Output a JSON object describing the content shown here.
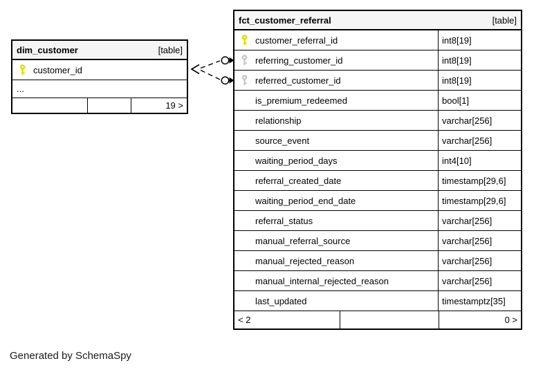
{
  "page": {
    "credit": "Generated by SchemaSpy",
    "background": "#ffffff"
  },
  "colors": {
    "border": "#000000",
    "header_background": "#f5f5f5",
    "primary_key": "#dddd00",
    "foreign_key": "#c8c8c8",
    "text": "#000000"
  },
  "icons": {
    "primary_key": "key-icon-yellow",
    "foreign_key": "key-icon-gray"
  },
  "tables": [
    {
      "name": "dim_customer",
      "badge": "[table]",
      "columns": [
        {
          "name": "customer_id",
          "key": "primary",
          "type": ""
        }
      ],
      "ellipsis": "...",
      "footer": {
        "left": "",
        "middle": "",
        "right": "19 >"
      }
    },
    {
      "name": "fct_customer_referral",
      "badge": "[table]",
      "columns": [
        {
          "name": "customer_referral_id",
          "key": "primary",
          "type": "int8[19]"
        },
        {
          "name": "referring_customer_id",
          "key": "foreign",
          "type": "int8[19]"
        },
        {
          "name": "referred_customer_id",
          "key": "foreign",
          "type": "int8[19]"
        },
        {
          "name": "is_premium_redeemed",
          "key": null,
          "type": "bool[1]"
        },
        {
          "name": "relationship",
          "key": null,
          "type": "varchar[256]"
        },
        {
          "name": "source_event",
          "key": null,
          "type": "varchar[256]"
        },
        {
          "name": "waiting_period_days",
          "key": null,
          "type": "int4[10]"
        },
        {
          "name": "referral_created_date",
          "key": null,
          "type": "timestamp[29,6]"
        },
        {
          "name": "waiting_period_end_date",
          "key": null,
          "type": "timestamp[29,6]"
        },
        {
          "name": "referral_status",
          "key": null,
          "type": "varchar[256]"
        },
        {
          "name": "manual_referral_source",
          "key": null,
          "type": "varchar[256]"
        },
        {
          "name": "manual_rejected_reason",
          "key": null,
          "type": "varchar[256]"
        },
        {
          "name": "manual_internal_rejected_reason",
          "key": null,
          "type": "varchar[256]"
        },
        {
          "name": "last_updated",
          "key": null,
          "type": "timestamptz[35]"
        }
      ],
      "footer": {
        "left": "< 2",
        "middle": "",
        "right": "0 >"
      }
    }
  ],
  "relationships": [
    {
      "from": "dim_customer.customer_id",
      "to": "fct_customer_referral.referring_customer_id",
      "style": "dashed-implied"
    },
    {
      "from": "dim_customer.customer_id",
      "to": "fct_customer_referral.referred_customer_id",
      "style": "dashed-implied"
    }
  ]
}
